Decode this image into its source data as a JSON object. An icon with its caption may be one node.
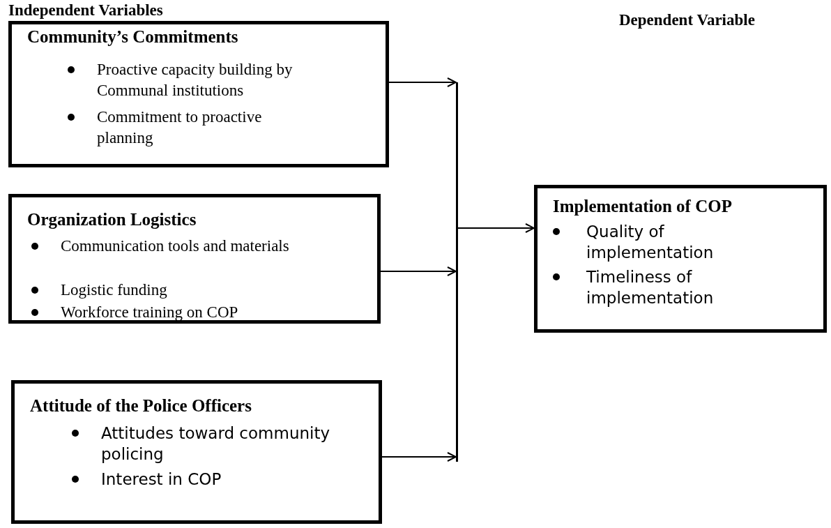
{
  "diagram": {
    "nodes": [
      {
        "text": [
          "Community’s Commitments",
          "Proactive capacity building by Communal institutions",
          "Commitment to proactive planning"
        ]
      },
      {
        "text": [
          "Organization Logistics",
          "Communication tools and materials",
          "Logistic funding",
          "Workforce training on COP"
        ]
      },
      {
        "text": [
          "Attitude of the Police Officers",
          "Attitudes toward community policing",
          "Interest in COP"
        ]
      },
      {
        "text": [
          "Implementation of COP",
          "Quality of implementation",
          "Timeliness of implementation"
        ]
      },
      {
        "text": [],
        "shape": "bar"
      }
    ],
    "edges": [
      {
        "from": 0,
        "to": 4,
        "arrow": "to"
      },
      {
        "from": 1,
        "to": 4,
        "arrow": "to"
      },
      {
        "from": 2,
        "to": 4,
        "arrow": "to"
      },
      {
        "from": 4,
        "to": 3,
        "arrow": "to"
      }
    ],
    "labels": [
      "Independent Variables",
      "Dependent Variable"
    ]
  }
}
